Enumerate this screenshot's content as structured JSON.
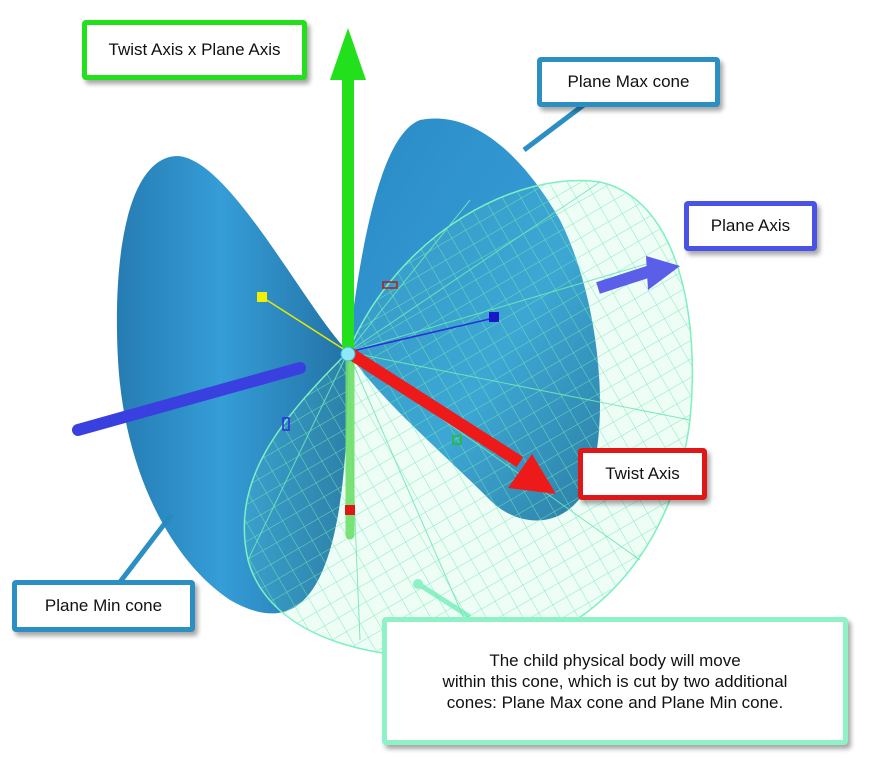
{
  "labels": {
    "twist_cross_plane": "Twist Axis x Plane Axis",
    "plane_max_cone": "Plane Max cone",
    "plane_axis": "Plane Axis",
    "twist_axis": "Twist Axis",
    "plane_min_cone": "Plane Min cone",
    "note": "The child physical body will move\nwithin this cone, which is cut by two additional\ncones: Plane Max cone and Plane Min cone."
  },
  "colors": {
    "twist_cross_plane_axis": "#22e11c",
    "plane_axis": "#4b52e6",
    "twist_axis": "#ee1a1a",
    "cones": "#2b8fc4",
    "swing_cone_mesh": "#7ff0c0",
    "note_border": "#8ff2c6"
  }
}
